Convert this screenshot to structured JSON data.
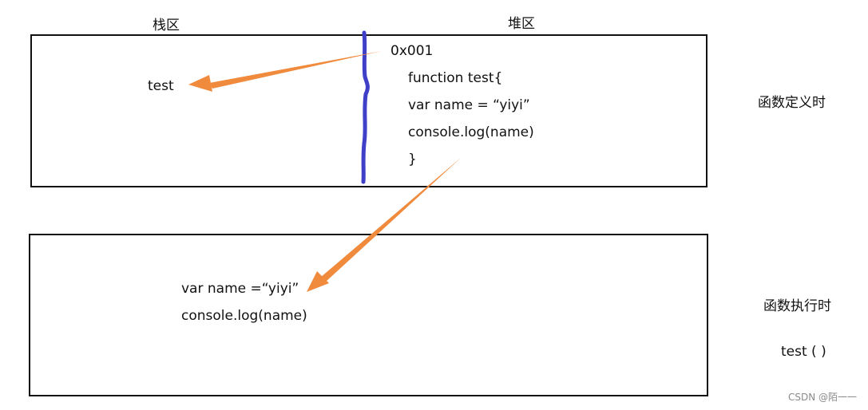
{
  "diagram": {
    "stack_heading": "栈区",
    "heap_heading": "堆区",
    "definition_phase": {
      "side_label": "函数定义时",
      "stack_entry": "test",
      "heap_address": "0x001",
      "heap_code": [
        "function test{",
        "var name = “yiyi”",
        "console.log(name)",
        "}"
      ]
    },
    "execution_phase": {
      "side_label": "函数执行时",
      "call_label": "test ( )",
      "code": [
        "var name =“yiyi”",
        "console.log(name)"
      ]
    },
    "watermark": "CSDN @陌一一"
  },
  "colors": {
    "divider": "#3f3fc8",
    "arrow": "#f08a3c",
    "border": "#111111"
  }
}
